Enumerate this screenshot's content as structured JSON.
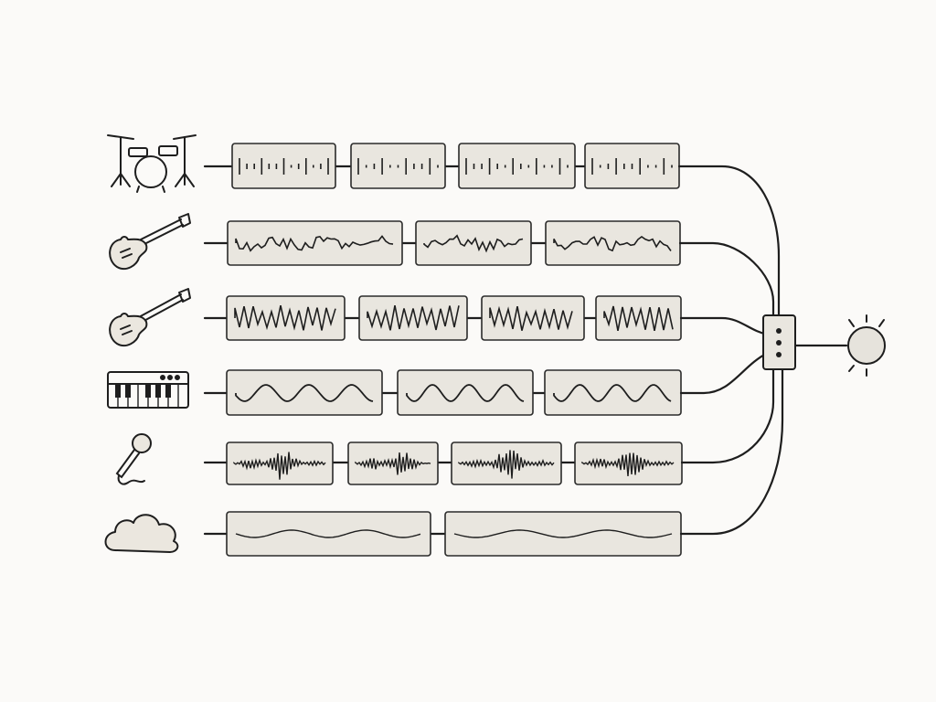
{
  "diagram": {
    "colors": {
      "ink": "#1e1e1e",
      "clip_fill": "#e9e6df",
      "background": "#fbfaf8",
      "output_fill": "#e6e3dc"
    },
    "tracks": [
      {
        "icon": "drum-kit-icon",
        "waveform": "hits",
        "clips": 4
      },
      {
        "icon": "electric-guitar-icon",
        "waveform": "jagged",
        "clips": 3
      },
      {
        "icon": "bass-guitar-icon",
        "waveform": "spiky",
        "clips": 4
      },
      {
        "icon": "keyboard-icon",
        "waveform": "sine",
        "clips": 3
      },
      {
        "icon": "microphone-icon",
        "waveform": "burst",
        "clips": 4
      },
      {
        "icon": "cloud-icon",
        "waveform": "gentle",
        "clips": 2
      }
    ],
    "mixer": {
      "icon": "mixer-box-icon"
    },
    "output": {
      "icon": "output-light-icon"
    }
  }
}
